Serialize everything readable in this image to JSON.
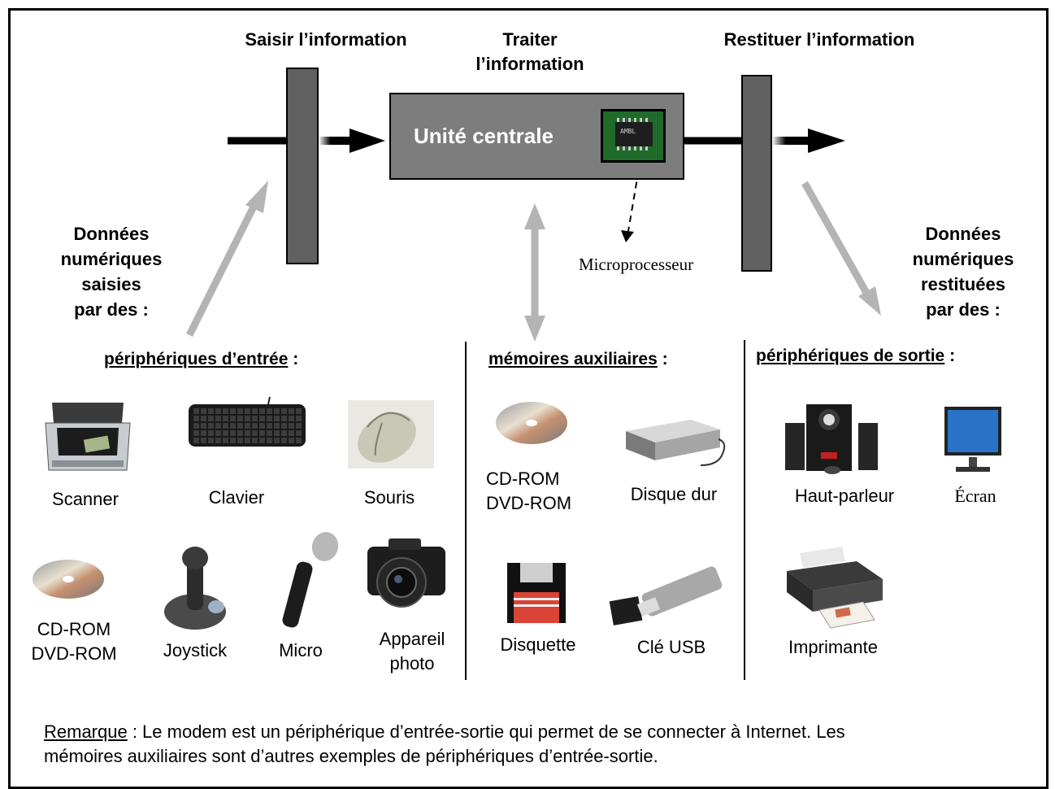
{
  "stages": {
    "input": "Saisir l’information",
    "process_line1": "Traiter",
    "process_line2": "l’information",
    "output": "Restituer l’information"
  },
  "central_unit": {
    "label": "Unité centrale",
    "chip_label": "Microprocesseur",
    "chip_marking": "AMBL"
  },
  "left_note": [
    "Données",
    "numériques",
    "saisies",
    "par des :"
  ],
  "right_note": [
    "Données",
    "numériques",
    "restituées",
    "par des :"
  ],
  "categories": {
    "input": {
      "name": "périphériques d’entrée",
      "suffix": " :"
    },
    "storage": {
      "name": "mémoires auxiliaires",
      "suffix": " :"
    },
    "output": {
      "name": "périphériques de sortie",
      "suffix": " :"
    }
  },
  "input_devices": {
    "scanner": "Scanner",
    "keyboard": "Clavier",
    "mouse": "Souris",
    "cd_line1": "CD-ROM",
    "cd_line2": "DVD-ROM",
    "joystick": "Joystick",
    "micro": "Micro",
    "camera_line1": "Appareil",
    "camera_line2": "photo"
  },
  "storage_devices": {
    "cd_line1": "CD-ROM",
    "cd_line2": "DVD-ROM",
    "hdd": "Disque dur",
    "floppy": "Disquette",
    "usb": "Clé USB"
  },
  "output_devices": {
    "speaker": "Haut-parleur",
    "screen": "Écran",
    "printer": "Imprimante"
  },
  "remark": {
    "label": "Remarque",
    "line1": " : Le modem est un périphérique d’entrée-sortie qui permet de se connecter à Internet. Les",
    "line2": "mémoires auxiliaires sont d’autres exemples de périphériques d’entrée-sortie."
  },
  "colors": {
    "bar": "#606060",
    "unit": "#7d7d7d",
    "gray_arrow": "#b4b4b4",
    "chip_green": "#1f6b2a"
  }
}
